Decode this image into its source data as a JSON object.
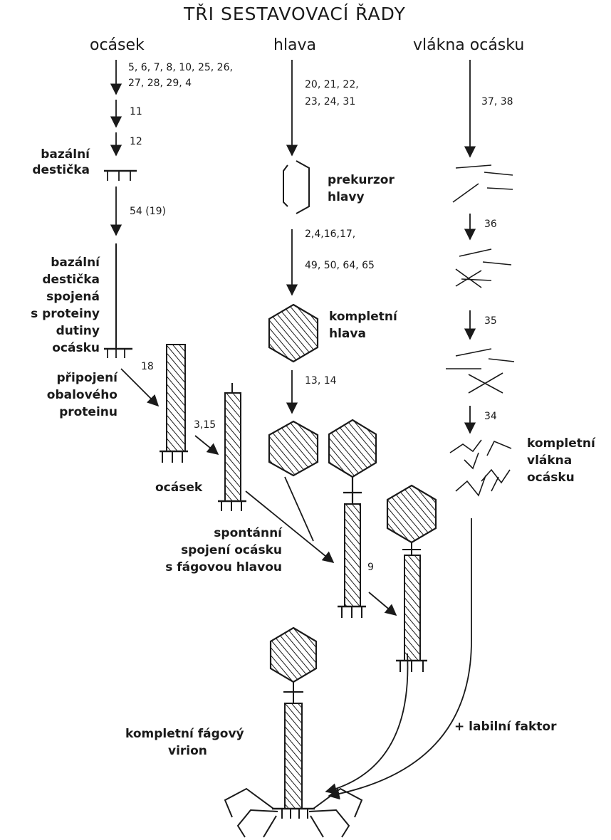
{
  "title": "TŘI SESTAVOVACÍ ŘADY",
  "columns": {
    "tail": "ocásek",
    "head": "hlava",
    "fibers": "vlákna ocásku"
  },
  "tail_path": {
    "genes_1_line1": "5, 6, 7, 8, 10, 25, 26,",
    "genes_1_line2": "27, 28, 29, 4",
    "genes_2": "11",
    "genes_3": "12",
    "baseplate_label": [
      "bazální",
      "destička"
    ],
    "genes_4": "54 (19)",
    "baseplate_joined_label": [
      "bazální",
      "destička",
      "spojená",
      "s proteiny",
      "dutiny",
      "ocásku"
    ],
    "genes_5": "18",
    "sheath_label": [
      "připojení",
      "obalového",
      "proteinu"
    ],
    "genes_6": "3,15",
    "tail_label": "ocásek"
  },
  "head_path": {
    "genes_1_line1": "20, 21, 22,",
    "genes_1_line2": "23, 24, 31",
    "precursor_label": [
      "prekurzor",
      "hlavy"
    ],
    "genes_2_line1": "2,4,16,17,",
    "genes_2_line2": "49, 50, 64, 65",
    "complete_label": [
      "kompletní",
      "hlava"
    ],
    "genes_3": "13, 14"
  },
  "fiber_path": {
    "genes_1": "37, 38",
    "genes_2": "36",
    "genes_3": "35",
    "genes_4": "34",
    "complete_label": [
      "kompletní",
      "vlákna",
      "ocásku"
    ]
  },
  "assembly": {
    "spontaneous_label": [
      "spontánní",
      "spojení ocásku",
      "s fágovou hlavou"
    ],
    "genes_9": "9",
    "labile_factor": "+ labilní faktor",
    "virion_label": [
      "kompletní fágový",
      "virion"
    ]
  },
  "colors": {
    "ink": "#1a1a1a",
    "paper": "#ffffff"
  }
}
